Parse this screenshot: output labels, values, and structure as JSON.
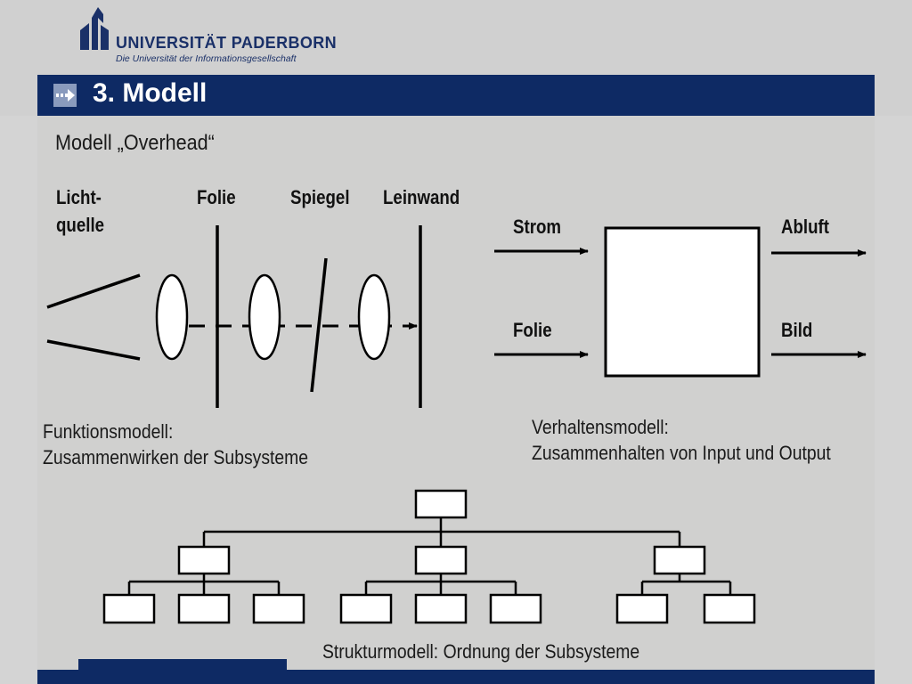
{
  "header": {
    "university": "UNIVERSITÄT PADERBORN",
    "tagline": "Die Universität der Informationsgesellschaft",
    "title": "3. Modell"
  },
  "subtitle": "Modell „Overhead“",
  "function_model": {
    "labels": {
      "light_source_1": "Licht-",
      "light_source_2": "quelle",
      "slide": "Folie",
      "mirror": "Spiegel",
      "screen": "Leinwand"
    },
    "caption_line1": "Funktionsmodell:",
    "caption_line2": "Zusammenwirken der Subsysteme"
  },
  "behavior_model": {
    "inputs": [
      "Strom",
      "Folie"
    ],
    "outputs": [
      "Abluft",
      "Bild"
    ],
    "caption_line1": "Verhaltensmodell:",
    "caption_line2": "Zusammenhalten von Input und Output"
  },
  "structure_model": {
    "caption": "Strukturmodell: Ordnung der Subsysteme"
  },
  "colors": {
    "brand_navy": "#0e2a64",
    "background": "#d0d0cf",
    "ink": "#000000",
    "box_fill": "#ffffff"
  },
  "icons": [
    "university-logo-icon",
    "title-arrow-icon"
  ]
}
